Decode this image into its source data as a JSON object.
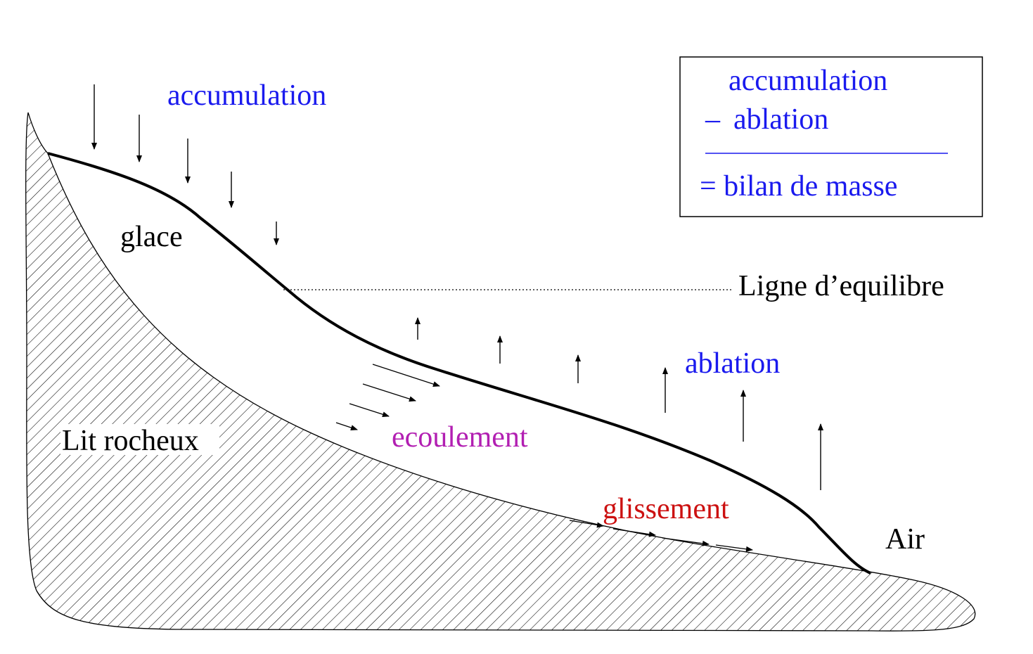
{
  "colors": {
    "blue": "#1a1aee",
    "magenta": "#b21fb2",
    "red": "#cc1111",
    "black": "#000000"
  },
  "labels": {
    "accumulation": "accumulation",
    "glace": "glace",
    "ligne": "Ligne d’equilibre",
    "ablation": "ablation",
    "lit_rocheux": "Lit rocheux",
    "ecoulement": "ecoulement",
    "glissement": "glissement",
    "air": "Air"
  },
  "legend": {
    "line1": "accumulation",
    "line2_sign": "–",
    "line2": "ablation",
    "line3": "= bilan de masse"
  }
}
